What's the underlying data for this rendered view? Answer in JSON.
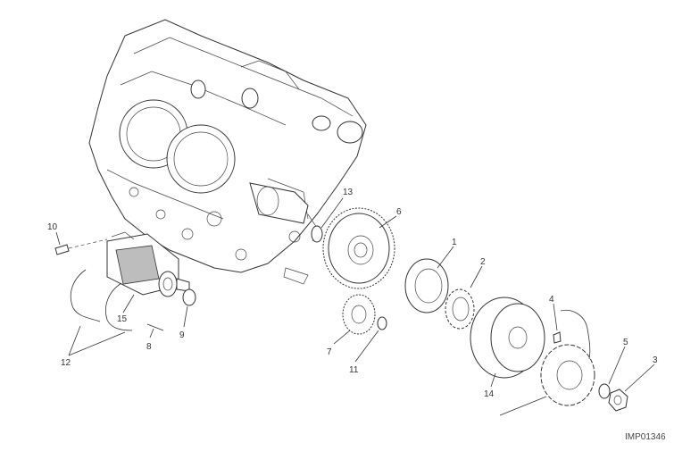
{
  "diagram": {
    "code": "IMP01346",
    "callouts": [
      {
        "id": "c1",
        "label": "1"
      },
      {
        "id": "c2",
        "label": "2"
      },
      {
        "id": "c3",
        "label": "3"
      },
      {
        "id": "c4",
        "label": "4"
      },
      {
        "id": "c5",
        "label": "5"
      },
      {
        "id": "c6",
        "label": "6"
      },
      {
        "id": "c7",
        "label": "7"
      },
      {
        "id": "c8",
        "label": "8"
      },
      {
        "id": "c9",
        "label": "9"
      },
      {
        "id": "c10",
        "label": "10"
      },
      {
        "id": "c11",
        "label": "11"
      },
      {
        "id": "c12",
        "label": "12"
      },
      {
        "id": "c13",
        "label": "13"
      },
      {
        "id": "c14",
        "label": "14"
      },
      {
        "id": "c15",
        "label": "15"
      }
    ]
  }
}
